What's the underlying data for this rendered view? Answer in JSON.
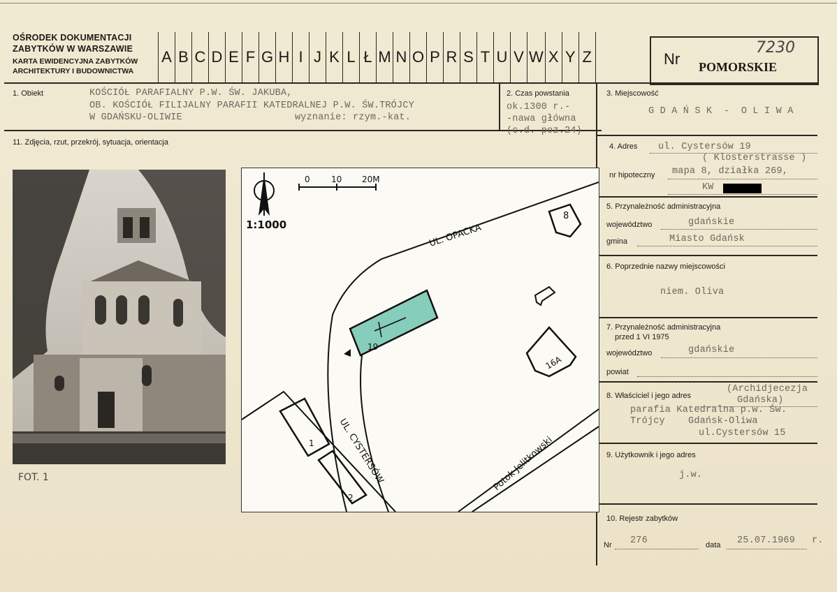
{
  "header": {
    "org_line1": "OŚRODEK DOKUMENTACJI",
    "org_line2": "ZABYTKÓW W WARSZAWIE",
    "org_line3": "KARTA EWIDENCYJNA ZABYTKÓW",
    "org_line4": "ARCHITEKTURY I BUDOWNICTWA",
    "letters": [
      "A",
      "B",
      "C",
      "D",
      "E",
      "F",
      "G",
      "H",
      "I",
      "J",
      "K",
      "L",
      "Ł",
      "M",
      "N",
      "O",
      "P",
      "R",
      "S",
      "T",
      "U",
      "V",
      "W",
      "X",
      "Y",
      "Z"
    ],
    "nr_label": "Nr",
    "nr_handwritten": "7230",
    "region": "POMORSKIE"
  },
  "obiekt": {
    "label": "1. Obiekt",
    "line1": "KOŚCIÓŁ PARAFIALNY P.W. ŚW. JAKUBA,",
    "line2": "OB. KOŚCIÓŁ FILIJALNY PARAFII KATEDRALNEJ P.W. ŚW.TRÓJCY",
    "line3": "W GDAŃSKU-OLIWIE",
    "wyznanie": "wyznanie: rzym.-kat."
  },
  "czas": {
    "label": "2. Czas powstania",
    "line1": "ok.1300 r.-",
    "line2": "-nawa główna",
    "line3": "(c.d. poz.24)"
  },
  "miejscowosc": {
    "label": "3. Miejscowość",
    "value": "G D A Ń S K  -  O L I W A"
  },
  "zdjecia": {
    "label": "11. Zdjęcia, rzut, przekrój, sytuacja, orientacja",
    "photo_caption": "FOT. 1"
  },
  "adres": {
    "label": "4. Adres",
    "line1": "ul. Cystersów 19",
    "line2": "( Klosterstrasse )",
    "hip_label": "nr hipoteczny",
    "hip_line1": "mapa 8, działka 269,",
    "hip_line2": "KW"
  },
  "przynaleznosc": {
    "label": "5. Przynależność administracyjna",
    "woj_label": "województwo",
    "woj_value": "gdańskie",
    "gmina_label": "gmina",
    "gmina_value": "Miasto Gdańsk"
  },
  "poprzednie": {
    "label": "6. Poprzednie nazwy miejscowości",
    "value": "niem. Oliva"
  },
  "przyn1975": {
    "label1": "7. Przynależność administracyjna",
    "label2": "przed 1 VI 1975",
    "woj_label": "województwo",
    "woj_value": "gdańskie",
    "powiat_label": "powiat"
  },
  "wlasciciel": {
    "label": "8. Właściciel i jego adres",
    "line0": "(Archidjecezja",
    "line0b": "Gdańska)",
    "line1": "parafia Katedralna p.w. Św.",
    "line2": "Trójcy    Gdańsk-Oliwa",
    "line3": "ul.Cystersów 15"
  },
  "uzytkownik": {
    "label": "9. Użytkownik i jego adres",
    "value": "j.w."
  },
  "rejestr": {
    "label": "10. Rejestr zabytków",
    "nr_label": "Nr",
    "nr_value": "276",
    "data_label": "data",
    "data_value": "25.07.1969",
    "data_suffix": "r."
  },
  "map": {
    "scale_label": "1:1000",
    "scale_0": "0",
    "scale_10": "10",
    "scale_20": "20M",
    "street1": "UL. OPACKA",
    "street2": "UL. CYSTERSÓW",
    "stream": "Potok Jelitkowski",
    "b_church": "19",
    "b_8": "8",
    "b_16a": "16A",
    "b_1": "1",
    "b_2": "2",
    "church_color": "#86cdbb"
  }
}
